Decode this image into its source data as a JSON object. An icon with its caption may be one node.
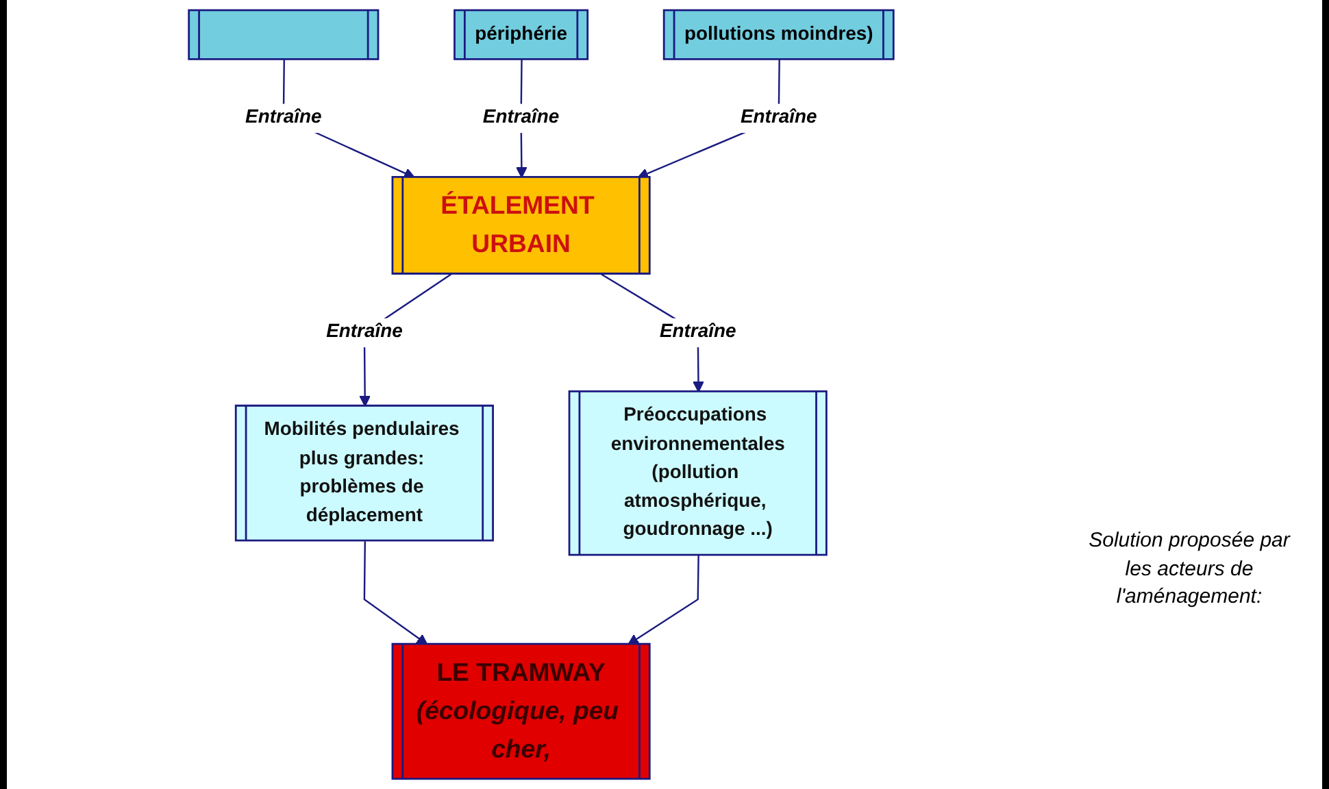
{
  "diagram": {
    "nodes": [
      {
        "text": [],
        "shape": "box"
      },
      {
        "text": [
          "périphérie"
        ]
      },
      {
        "text": [
          "pollutions moindres)"
        ]
      },
      {
        "text": [
          "ÉTALEMENT URBAIN"
        ]
      },
      {
        "text": [
          "Mobilités pendulaires plus grandes: problèmes de déplacement"
        ]
      },
      {
        "text": [
          "Préoccupations environnementales",
          "(pollution atmosphérique, goudronnage ...)"
        ]
      },
      {
        "text": [
          "LE TRAMWAY",
          "(écologique, peu cher,"
        ]
      }
    ],
    "edges": [
      {
        "from": 0,
        "to": 3,
        "arrow": "to",
        "label": "Entraîne"
      },
      {
        "from": 1,
        "to": 3,
        "arrow": "to",
        "label": "Entraîne"
      },
      {
        "from": 2,
        "to": 3,
        "arrow": "to",
        "label": "Entraîne"
      },
      {
        "from": 3,
        "to": 4,
        "arrow": "to",
        "label": "Entraîne"
      },
      {
        "from": 3,
        "to": 5,
        "arrow": "to",
        "label": "Entraîne"
      },
      {
        "from": 4,
        "to": 6,
        "arrow": "to"
      },
      {
        "from": 5,
        "to": 6,
        "arrow": "to"
      }
    ],
    "labels": [
      "Solution proposée par les acteurs de l'aménagement:"
    ]
  }
}
